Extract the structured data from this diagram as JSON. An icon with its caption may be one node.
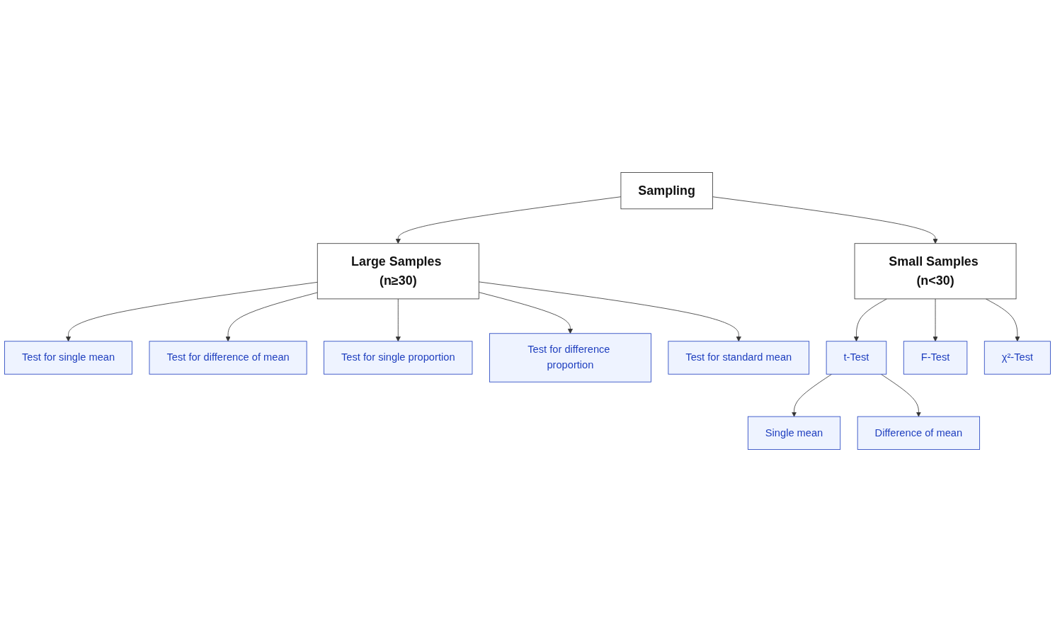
{
  "diagram": {
    "nodes": [
      {
        "text": [
          "Sampling"
        ]
      },
      {
        "text": [
          "Large Samples (n≥30)"
        ]
      },
      {
        "text": [
          "Small Samples (n<30)"
        ]
      },
      {
        "text": [
          "Test for single mean"
        ]
      },
      {
        "text": [
          "Test for difference of mean"
        ]
      },
      {
        "text": [
          "Test for single proportion"
        ]
      },
      {
        "text": [
          "Test for difference proportion"
        ]
      },
      {
        "text": [
          "Test for standard mean"
        ]
      },
      {
        "text": [
          "t-Test"
        ]
      },
      {
        "text": [
          "F-Test"
        ]
      },
      {
        "text": [
          "χ²-Test"
        ]
      },
      {
        "text": [
          "Single mean"
        ]
      },
      {
        "text": [
          "Difference of mean"
        ]
      }
    ],
    "edges": [
      {
        "from": 0,
        "to": 1,
        "arrow": "to"
      },
      {
        "from": 0,
        "to": 2,
        "arrow": "to"
      },
      {
        "from": 1,
        "to": 3,
        "arrow": "to"
      },
      {
        "from": 1,
        "to": 4,
        "arrow": "to"
      },
      {
        "from": 1,
        "to": 5,
        "arrow": "to"
      },
      {
        "from": 1,
        "to": 6,
        "arrow": "to"
      },
      {
        "from": 1,
        "to": 7,
        "arrow": "to"
      },
      {
        "from": 2,
        "to": 8,
        "arrow": "to"
      },
      {
        "from": 2,
        "to": 9,
        "arrow": "to"
      },
      {
        "from": 2,
        "to": 10,
        "arrow": "to"
      },
      {
        "from": 8,
        "to": 11,
        "arrow": "to"
      },
      {
        "from": 8,
        "to": 12,
        "arrow": "to"
      }
    ]
  }
}
